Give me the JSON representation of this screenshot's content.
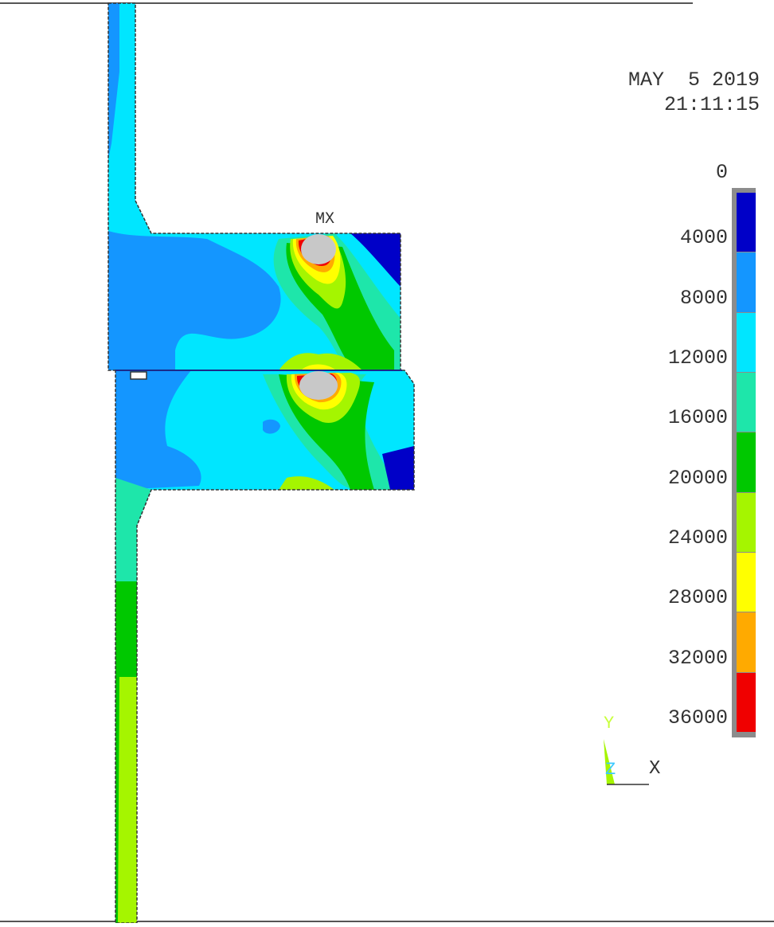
{
  "header": {
    "date": "MAY  5 2019",
    "time": "21:11:15"
  },
  "plot": {
    "max_marker": "MX"
  },
  "legend": {
    "labels": [
      "0",
      "4000",
      "8000",
      "12000",
      "16000",
      "20000",
      "24000",
      "28000",
      "32000",
      "36000"
    ],
    "bands": [
      {
        "range": "0-4000",
        "color": "#0000c8"
      },
      {
        "range": "4000-8000",
        "color": "#1496ff"
      },
      {
        "range": "8000-12000",
        "color": "#00e6ff"
      },
      {
        "range": "12000-16000",
        "color": "#1ee6aa"
      },
      {
        "range": "16000-20000",
        "color": "#00c800"
      },
      {
        "range": "20000-24000",
        "color": "#a5f500"
      },
      {
        "range": "24000-28000",
        "color": "#ffff00"
      },
      {
        "range": "28000-32000",
        "color": "#ffaa00"
      },
      {
        "range": "32000-36000",
        "color": "#f00000"
      }
    ],
    "overflow_color": "#c8c8c8"
  },
  "triad": {
    "x_label": "X",
    "y_label": "Y",
    "z_label": "Z"
  }
}
